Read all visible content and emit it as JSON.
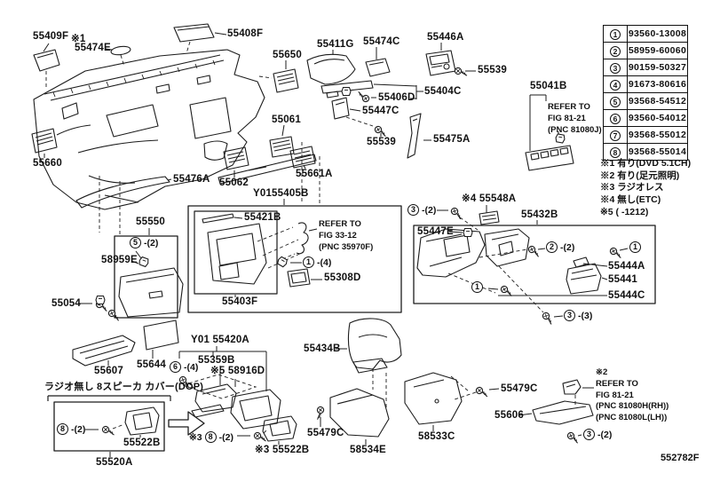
{
  "legend": {
    "rows": [
      {
        "num": "1",
        "part": "93560-13008"
      },
      {
        "num": "2",
        "part": "58959-60060"
      },
      {
        "num": "3",
        "part": "90159-50327"
      },
      {
        "num": "4",
        "part": "91673-80616"
      },
      {
        "num": "5",
        "part": "93568-54512"
      },
      {
        "num": "6",
        "part": "93560-54012"
      },
      {
        "num": "7",
        "part": "93568-55012"
      },
      {
        "num": "8",
        "part": "93568-55014"
      }
    ]
  },
  "notes": {
    "items": [
      "※1 有り(DVD 5.1CH)",
      "※2 有り(足元照明)",
      "※3 ラジオレス",
      "※4 無し(ETC)",
      "※5 (  -1212)"
    ]
  },
  "labels": [
    {
      "text": "55409F"
    },
    {
      "text": "※1"
    },
    {
      "text": "55474E"
    },
    {
      "text": "55408F"
    },
    {
      "text": "55650"
    },
    {
      "text": "55411G"
    },
    {
      "text": "55474C"
    },
    {
      "text": "55446A"
    },
    {
      "text": "55539"
    },
    {
      "text": "55404C"
    },
    {
      "text": "55406D"
    },
    {
      "text": "55447C"
    },
    {
      "text": "55539"
    },
    {
      "text": "55475A"
    },
    {
      "text": "55061"
    },
    {
      "text": "55041B"
    },
    {
      "text": "55660"
    },
    {
      "text": "55476A"
    },
    {
      "text": "55062"
    },
    {
      "text": "55661A"
    },
    {
      "text": "Y0155405B"
    },
    {
      "text": "55550"
    },
    {
      "text": "58959E"
    },
    {
      "text": "55054"
    },
    {
      "text": "55421B"
    },
    {
      "text": "55308D"
    },
    {
      "text": "55403F"
    },
    {
      "text": "55607"
    },
    {
      "text": "55644"
    },
    {
      "text": "Y01 55420A"
    },
    {
      "text": "55359B"
    },
    {
      "text": "※5 58916D"
    },
    {
      "text": "ラジオ無し 8スピーカ カバー(DOP)"
    },
    {
      "text": "55522B"
    },
    {
      "text": "55520A"
    },
    {
      "text": "※3 55522B"
    },
    {
      "text": "55479C"
    },
    {
      "text": "58534E"
    },
    {
      "text": "58533C"
    },
    {
      "text": "55434B"
    },
    {
      "text": "55479C"
    },
    {
      "text": "55606"
    },
    {
      "text": "※4 55548A"
    },
    {
      "text": "55432B"
    },
    {
      "text": "55447E"
    },
    {
      "text": "55444A"
    },
    {
      "text": "55441"
    },
    {
      "text": "55444C"
    }
  ],
  "callouts": [
    {
      "prefix": "",
      "num": "5",
      "count": "-(2)"
    },
    {
      "prefix": "",
      "num": "1",
      "count": "-(4)"
    },
    {
      "prefix": "",
      "num": "6",
      "count": "-(4)"
    },
    {
      "prefix": "",
      "num": "8",
      "count": "-(2)"
    },
    {
      "prefix": "※3",
      "num": "8",
      "count": "-(2)"
    },
    {
      "prefix": "",
      "num": "3",
      "count": "-(2)"
    },
    {
      "prefix": "",
      "num": "2",
      "count": "-(2)"
    },
    {
      "prefix": "",
      "num": "1",
      "count": ""
    },
    {
      "prefix": "",
      "num": "1",
      "count": ""
    },
    {
      "prefix": "",
      "num": "3",
      "count": "-(3)"
    },
    {
      "prefix": "",
      "num": "3",
      "count": "-(2)"
    }
  ],
  "refer_blocks": [
    {
      "text": "REFER TO\nFIG 81-21\n(PNC 81080J)"
    },
    {
      "text": "REFER TO\nFIG 33-12\n(PNC 35970F)"
    },
    {
      "text": "※2\nREFER TO\nFIG 81-21\n(PNC 81080H(RH))\n(PNC 81080L(LH))"
    }
  ],
  "footer": {
    "code": "552782F"
  }
}
